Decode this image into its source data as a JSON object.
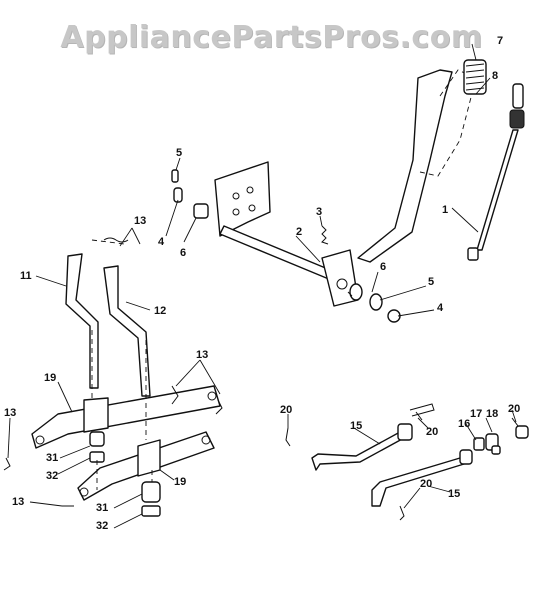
{
  "watermark": "AppliancePartsPros.com",
  "callouts": {
    "c1": "1",
    "c2": "2",
    "c3": "3",
    "c4a": "4",
    "c4b": "4",
    "c5a": "5",
    "c5b": "5",
    "c6a": "6",
    "c6b": "6",
    "c7": "7",
    "c8": "8",
    "c11": "11",
    "c12": "12",
    "c13a": "13",
    "c13b": "13",
    "c13c": "13",
    "c13d": "13",
    "c15a": "15",
    "c15b": "15",
    "c16": "16",
    "c17": "17",
    "c18": "18",
    "c19a": "19",
    "c19b": "19",
    "c20a": "20",
    "c20b": "20",
    "c20c": "20",
    "c20d": "20",
    "c31a": "31",
    "c31b": "31",
    "c32a": "32",
    "c32b": "32"
  }
}
